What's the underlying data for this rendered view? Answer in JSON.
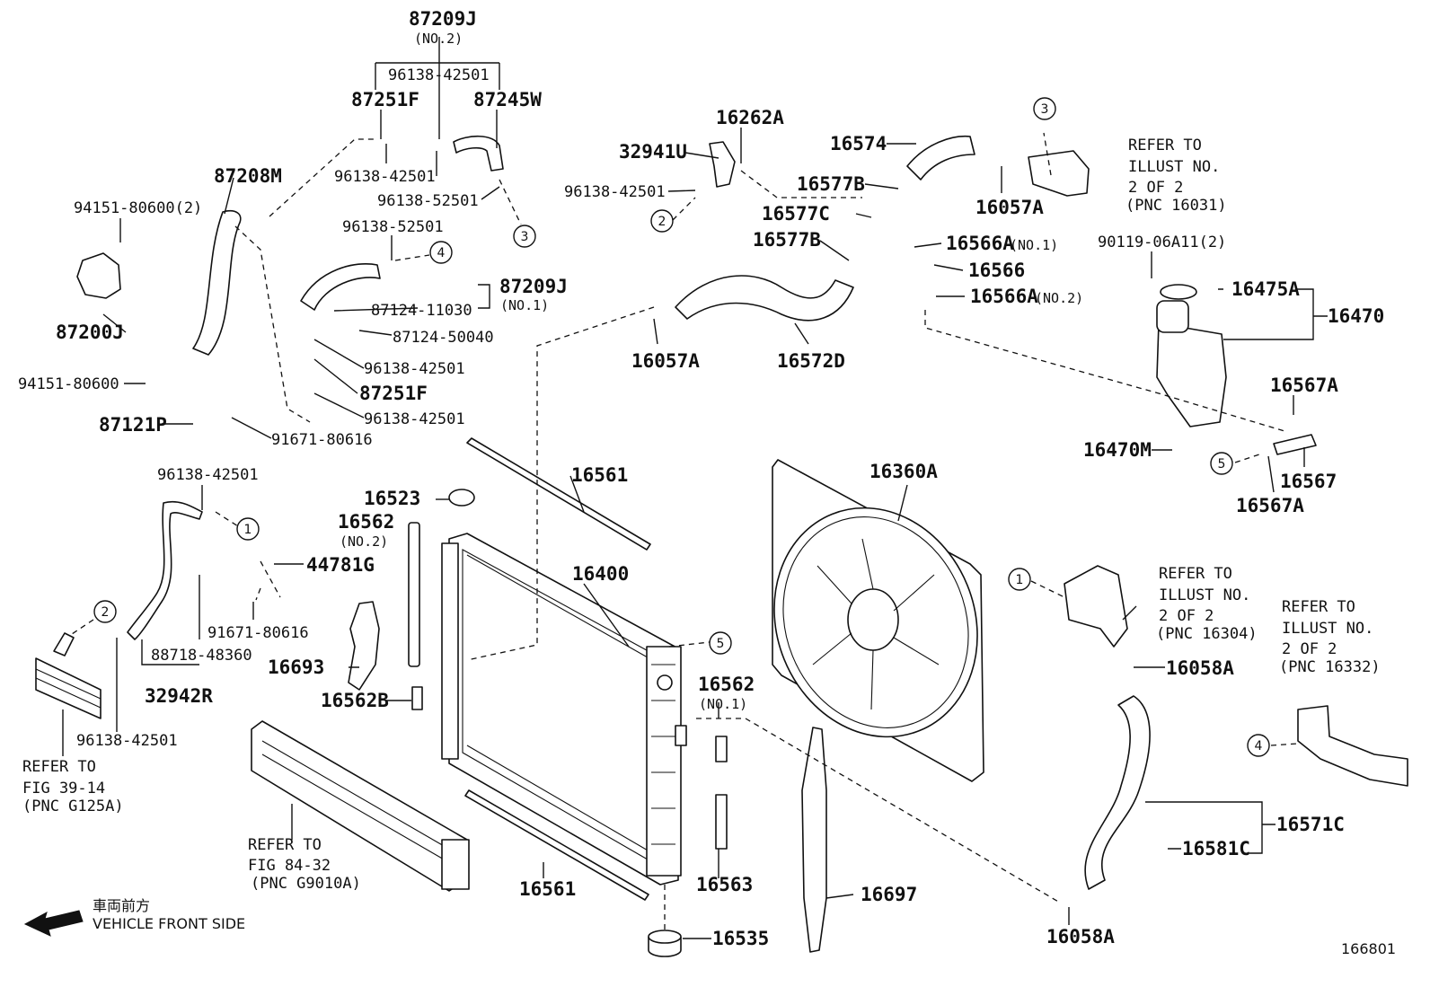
{
  "diagram_id": "166801",
  "front_label": {
    "jp": "車両前方",
    "en": "VEHICLE FRONT SIDE"
  },
  "labels": {
    "p87209J_top": "87209J",
    "no2_a": "(NO.2)",
    "p96138_42501_a": "96138-42501",
    "p87251F_a": "87251F",
    "p87245W": "87245W",
    "p96138_42501_b": "96138-42501",
    "p96138_52501_a": "96138-52501",
    "p87208M": "87208M",
    "p94151_80600_2": "94151-80600(2)",
    "p87200J": "87200J",
    "p94151_80600": "94151-80600",
    "p87121P": "87121P",
    "p91671_80616_a": "91671-80616",
    "p96138_52501_b": "96138-52501",
    "p87209J_no1": "87209J",
    "no1_a": "(NO.1)",
    "p87124_11030": "87124-11030",
    "p87124_50040": "87124-50040",
    "p96138_42501_c": "96138-42501",
    "p87251F_b": "87251F",
    "p96138_42501_d": "96138-42501",
    "p16262A": "16262A",
    "p32941U": "32941U",
    "p96138_42501_e": "96138-42501",
    "p16574": "16574",
    "p16577B_a": "16577B",
    "p16577C": "16577C",
    "p16057A_a": "16057A",
    "p16577B_b": "16577B",
    "p16566A_no1": "16566A",
    "no1_b": "(NO.1)",
    "p16566": "16566",
    "p16566A_no2": "16566A",
    "no2_b": "(NO.2)",
    "p16057A_b": "16057A",
    "p16572D": "16572D",
    "p90119": "90119-06A11(2)",
    "p16475A": "16475A",
    "p16470": "16470",
    "p16567A_a": "16567A",
    "p16470M": "16470M",
    "p16567": "16567",
    "p16567A_b": "16567A",
    "p96138_42501_f": "96138-42501",
    "p44781G": "44781G",
    "p91671_80616_b": "91671-80616",
    "p88718_48360": "88718-48360",
    "p32942R": "32942R",
    "p96138_42501_g": "96138-42501",
    "p16523": "16523",
    "p16562_no2": "16562",
    "no2_c": "(NO.2)",
    "p16561_a": "16561",
    "p16400": "16400",
    "p16693": "16693",
    "p16562B": "16562B",
    "p16562_no1": "16562",
    "no1_c": "(NO.1)",
    "p16563": "16563",
    "p16561_b": "16561",
    "p16535": "16535",
    "p16360A": "16360A",
    "p16697": "16697",
    "p16058A_a": "16058A",
    "p16571C": "16571C",
    "p16581C": "16581C",
    "p16058A_b": "16058A"
  },
  "notes": {
    "ref_16031": [
      "REFER TO",
      "ILLUST NO.",
      "2 OF 2",
      "(PNC 16031)"
    ],
    "ref_16304": [
      "REFER TO",
      "ILLUST NO.",
      "2 OF 2",
      "(PNC 16304)"
    ],
    "ref_16332": [
      "REFER TO",
      "ILLUST NO.",
      "2 OF 2",
      "(PNC 16332)"
    ],
    "ref_39_14": [
      "REFER TO",
      "FIG 39-14",
      "(PNC G125A)"
    ],
    "ref_84_32": [
      "REFER TO",
      "FIG 84-32",
      "(PNC G9010A)"
    ]
  },
  "connectors": {
    "c1": "1",
    "c2": "2",
    "c3": "3",
    "c4": "4",
    "c5": "5"
  }
}
